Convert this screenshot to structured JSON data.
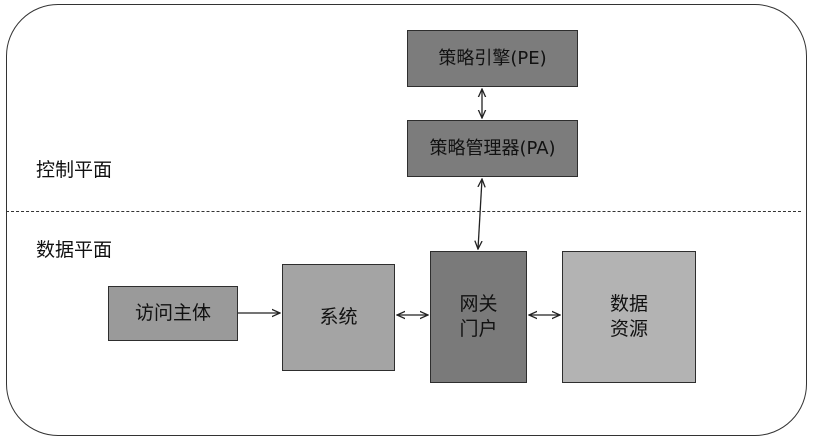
{
  "labels": {
    "control_plane": "控制平面",
    "data_plane": "数据平面"
  },
  "nodes": {
    "pe": "策略引擎(PE)",
    "pa": "策略管理器(PA)",
    "subject": "访问主体",
    "system": "系统",
    "gateway_line1": "网关",
    "gateway_line2": "门户",
    "resource_line1": "数据",
    "resource_line2": "资源"
  },
  "colors": {
    "box_dark": "#7c7c7c",
    "box_mid": "#a4a4a4",
    "box_light": "#b3b3b3",
    "border": "#2e2e2e"
  }
}
